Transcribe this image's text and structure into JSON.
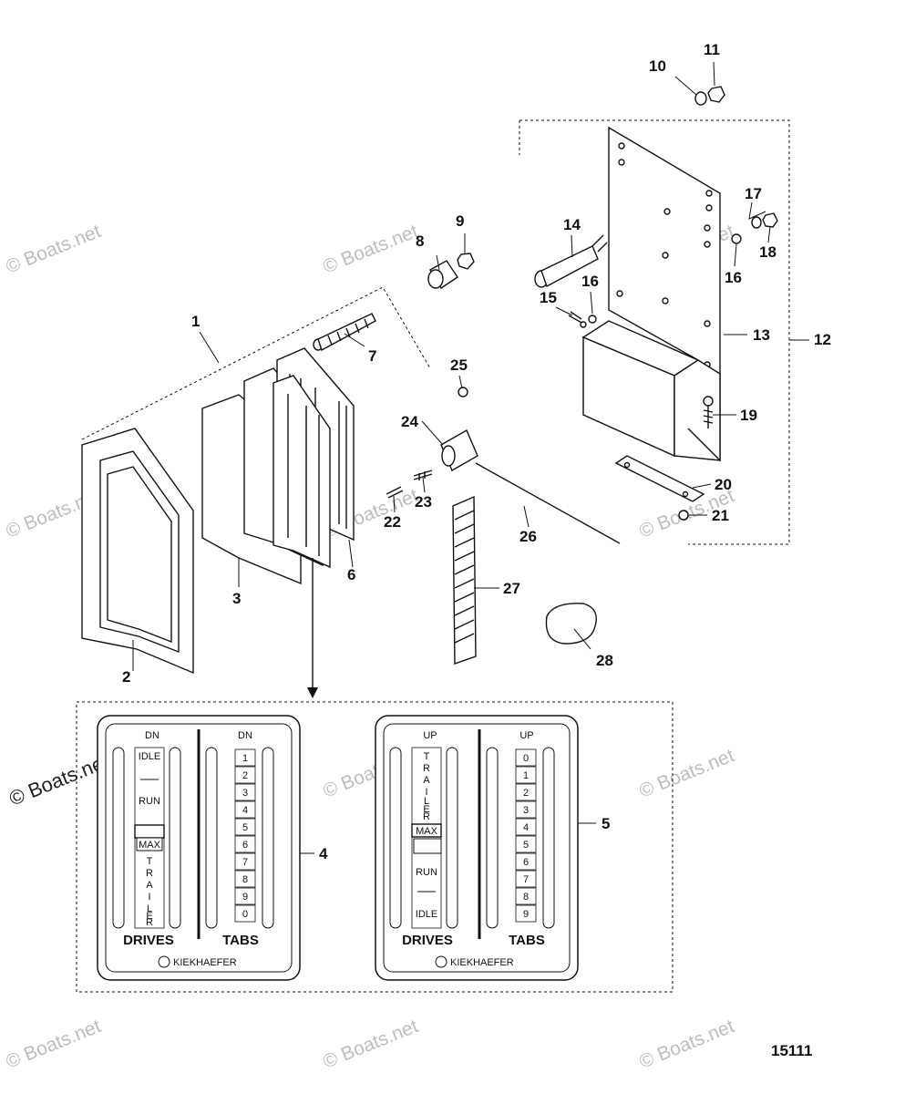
{
  "callouts": {
    "c1": "1",
    "c2": "2",
    "c3": "3",
    "c4": "4",
    "c5": "5",
    "c6": "6",
    "c7": "7",
    "c8": "8",
    "c9": "9",
    "c10": "10",
    "c11": "11",
    "c12": "12",
    "c13": "13",
    "c14": "14",
    "c15": "15",
    "c16a": "16",
    "c16b": "16",
    "c17": "17",
    "c18": "18",
    "c19": "19",
    "c20": "20",
    "c21": "21",
    "c22": "22",
    "c23": "23",
    "c24": "24",
    "c25": "25",
    "c26": "26",
    "c27": "27",
    "c28": "28"
  },
  "figure_number": "15111",
  "watermark": "© Boats.net",
  "panel_left": {
    "drives_header": "DN",
    "tabs_header": "DN",
    "drive_labels": [
      "IDLE",
      "RUN",
      "MAX",
      "T",
      "R",
      "A",
      "I",
      "L",
      "E",
      "R"
    ],
    "tab_numbers": [
      "1",
      "2",
      "3",
      "4",
      "5",
      "6",
      "7",
      "8",
      "9",
      "0"
    ],
    "drives_label": "DRIVES",
    "tabs_label": "TABS",
    "brand": "KIEKHAEFER"
  },
  "panel_right": {
    "drives_header": "UP",
    "tabs_header": "UP",
    "drive_labels": [
      "T",
      "R",
      "A",
      "I",
      "L",
      "E",
      "R",
      "MAX",
      "RUN",
      "IDLE"
    ],
    "tab_numbers": [
      "0",
      "1",
      "2",
      "3",
      "4",
      "5",
      "6",
      "7",
      "8",
      "9"
    ],
    "drives_label": "DRIVES",
    "tabs_label": "TABS",
    "brand": "KIEKHAEFER"
  }
}
